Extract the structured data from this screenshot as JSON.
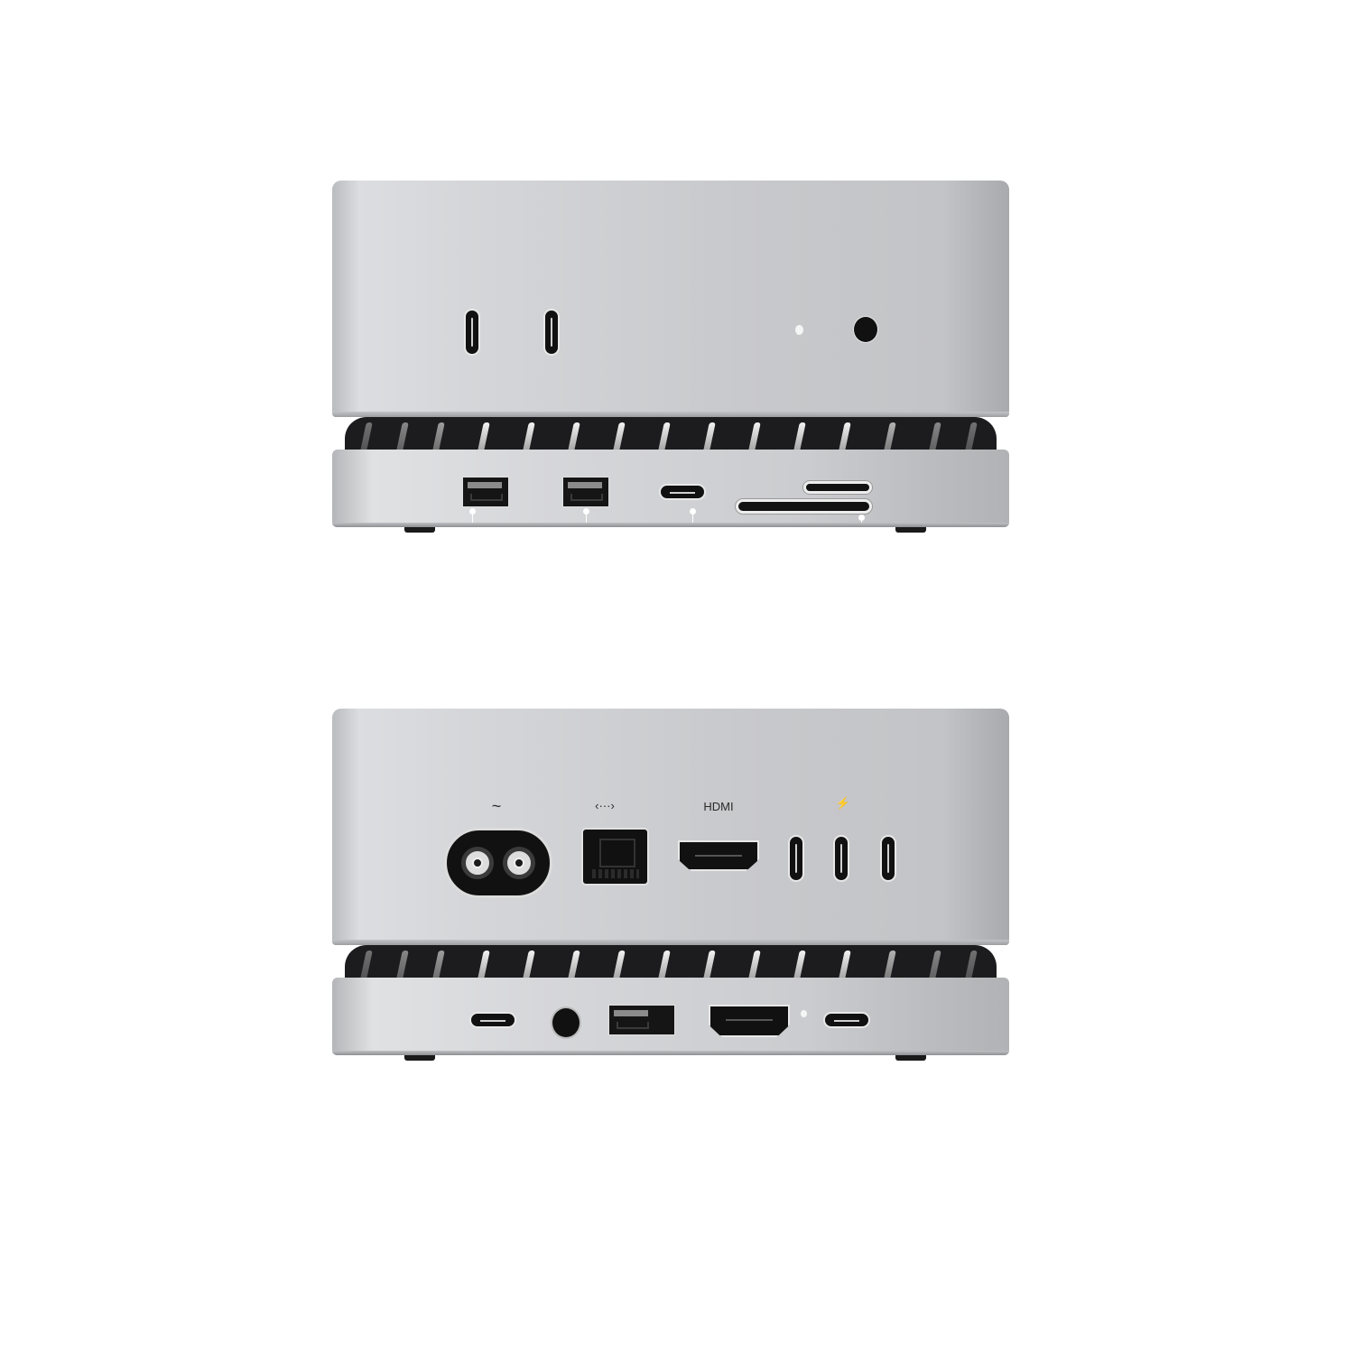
{
  "image": {
    "subject": "Mac mini mounted on a cooling stand hub with fan, shown front and rear",
    "background_color": "#ffffff",
    "body_color": "#d0d1d4",
    "fan_color": "#1c1c1e"
  },
  "front_view": {
    "mac_ports": [
      {
        "type": "usb-c",
        "icon": "usb-c-port-icon"
      },
      {
        "type": "usb-c",
        "icon": "usb-c-port-icon"
      },
      {
        "type": "status-led",
        "icon": "led-icon"
      },
      {
        "type": "headphone-jack",
        "icon": "audio-jack-icon"
      }
    ],
    "hub_ports": [
      {
        "type": "usb-a",
        "icon": "usb-a-port-icon"
      },
      {
        "type": "usb-a",
        "icon": "usb-a-port-icon"
      },
      {
        "type": "usb-c",
        "icon": "usb-c-port-icon"
      },
      {
        "type": "microsd-slot",
        "icon": "microsd-slot-icon"
      },
      {
        "type": "sd-slot",
        "icon": "sd-slot-icon"
      }
    ]
  },
  "rear_view": {
    "labels": {
      "power": "~",
      "ethernet": "‹···›",
      "hdmi": "HDMI",
      "thunderbolt": "⚡"
    },
    "mac_ports": [
      {
        "type": "power-inlet",
        "icon": "power-inlet-icon"
      },
      {
        "type": "ethernet",
        "icon": "ethernet-port-icon"
      },
      {
        "type": "hdmi",
        "icon": "hdmi-port-icon"
      },
      {
        "type": "thunderbolt",
        "icon": "thunderbolt-port-icon"
      },
      {
        "type": "thunderbolt",
        "icon": "thunderbolt-port-icon"
      },
      {
        "type": "thunderbolt",
        "icon": "thunderbolt-port-icon"
      }
    ],
    "hub_ports": [
      {
        "type": "usb-c",
        "icon": "usb-c-port-icon"
      },
      {
        "type": "audio-jack",
        "icon": "audio-jack-icon"
      },
      {
        "type": "usb-a",
        "icon": "usb-a-port-icon"
      },
      {
        "type": "hdmi",
        "icon": "hdmi-port-icon"
      },
      {
        "type": "status-led",
        "icon": "led-icon"
      },
      {
        "type": "usb-c",
        "icon": "usb-c-port-icon"
      }
    ]
  }
}
